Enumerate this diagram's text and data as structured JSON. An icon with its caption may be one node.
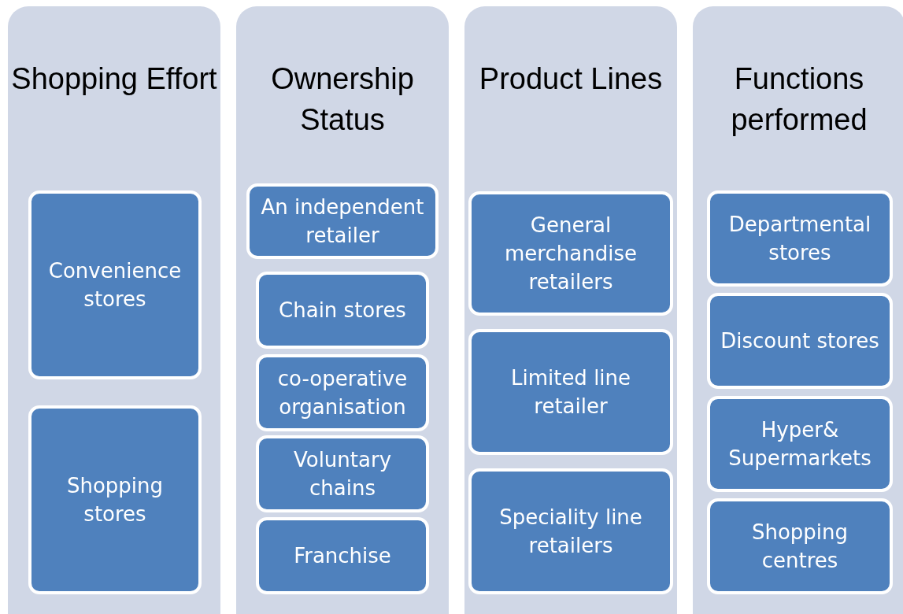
{
  "diagram": {
    "nodes": [
      {
        "text": [
          "Shopping Effort"
        ]
      },
      {
        "text": [
          "Convenience stores"
        ],
        "in": 0
      },
      {
        "text": [
          "Shopping stores"
        ],
        "in": 0
      },
      {
        "text": [
          "Ownership Status"
        ]
      },
      {
        "text": [
          "An independent retailer"
        ],
        "in": 3
      },
      {
        "text": [
          "Chain stores"
        ],
        "in": 3
      },
      {
        "text": [
          "co-operative organisation"
        ],
        "in": 3
      },
      {
        "text": [
          "Voluntary chains"
        ],
        "in": 3
      },
      {
        "text": [
          "Franchise"
        ],
        "in": 3
      },
      {
        "text": [
          "Product Lines"
        ]
      },
      {
        "text": [
          "General merchandise retailers"
        ],
        "in": 9
      },
      {
        "text": [
          "Limited line retailer"
        ],
        "in": 9
      },
      {
        "text": [
          "Speciality line retailers"
        ],
        "in": 9
      },
      {
        "text": [
          "Functions performed"
        ]
      },
      {
        "text": [
          "Departmental stores"
        ],
        "in": 13
      },
      {
        "text": [
          "Discount stores"
        ],
        "in": 13
      },
      {
        "text": [
          "Hyper& Supermarkets"
        ],
        "in": 13
      },
      {
        "text": [
          "Shopping centres"
        ],
        "in": 13
      }
    ]
  }
}
